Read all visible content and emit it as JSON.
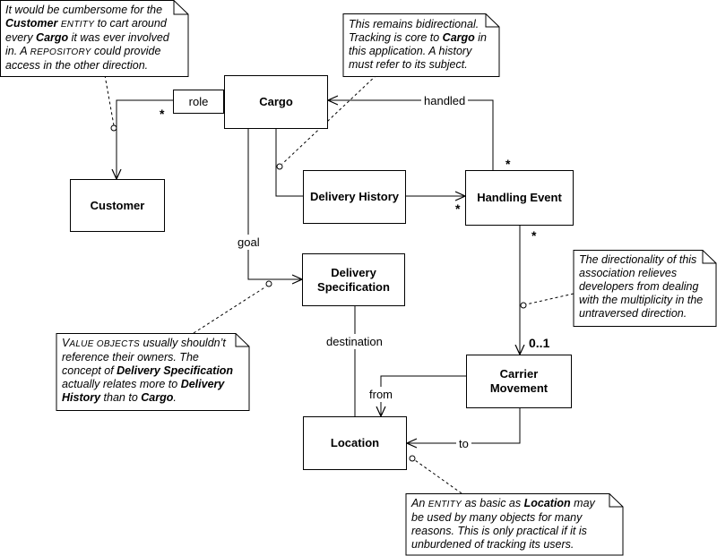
{
  "classes": {
    "cargo": "Cargo",
    "customer": "Customer",
    "delivery_history": "Delivery History",
    "handling_event": "Handling Event",
    "delivery_specification": [
      "Delivery",
      "Specification"
    ],
    "carrier_movement": [
      "Carrier",
      "Movement"
    ],
    "location": "Location"
  },
  "associations": {
    "role": "role",
    "handled": "handled",
    "goal": "goal",
    "destination": "destination",
    "from": "from",
    "to": "to"
  },
  "multiplicities": {
    "cargo_customer": "*",
    "handling_event_top": "*",
    "handling_event_left": "*",
    "handling_event_bottom": "*",
    "carrier_movement_top": "0..1"
  },
  "notes": {
    "customer_note": {
      "l1a": "It would be cumbersome for the",
      "l2a": "Customer",
      "l2b": " ",
      "l2c": "ENTITY",
      "l2d": " to cart around",
      "l3a": "every ",
      "l3b": "Cargo",
      "l3c": " it was ever involved",
      "l4a": "in. A ",
      "l4b": "REPOSITORY",
      "l4c": " could provide",
      "l5a": "access in the other direction."
    },
    "bidirectional_note": {
      "l1a": "This remains bidirectional.",
      "l2a": "Tracking is core to ",
      "l2b": "Cargo",
      "l2c": " in",
      "l3a": "this application. A history",
      "l4a": "must refer to its subject."
    },
    "directionality_note": {
      "l1a": "The directionality of this",
      "l2a": "association relieves",
      "l3a": "developers from dealing",
      "l4a": "with the multiplicity in the",
      "l5a": "untraversed direction."
    },
    "value_objects_note": {
      "l1a": "V",
      "l1b": "ALUE OBJECTS",
      "l1c": " usually shouldn’t",
      "l2a": "reference their owners. The",
      "l3a": "concept of ",
      "l3b": "Delivery Specification",
      "l4a": "actually relates more to ",
      "l4b": "Delivery",
      "l5a": "History",
      "l5b": " than to ",
      "l5c": "Cargo",
      "l5d": "."
    },
    "location_note": {
      "l1a": "An ",
      "l1b": "ENTITY",
      "l1c": " as basic as ",
      "l1d": "Location",
      "l1e": " may",
      "l2a": "be used by many objects for many",
      "l3a": "reasons. This is only practical if it is",
      "l4a": "unburdened of tracking its users."
    }
  }
}
